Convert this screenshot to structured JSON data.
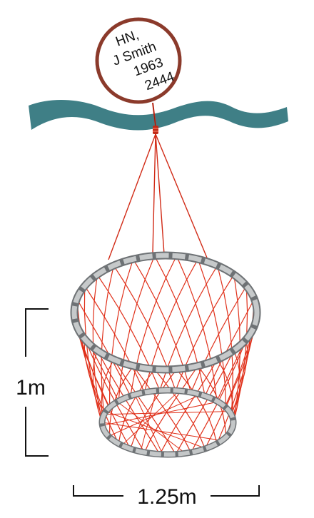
{
  "buoy": {
    "lines": [
      "HN,",
      "J Smith",
      "1963",
      "2444"
    ],
    "ring_color": "#8b3a2b"
  },
  "water": {
    "color": "#3f7f86"
  },
  "net": {
    "mesh_color": "#e0301a",
    "hoop_color": "#b9bcbd"
  },
  "dimensions": {
    "height_label": "1m",
    "width_label": "1.25m"
  }
}
